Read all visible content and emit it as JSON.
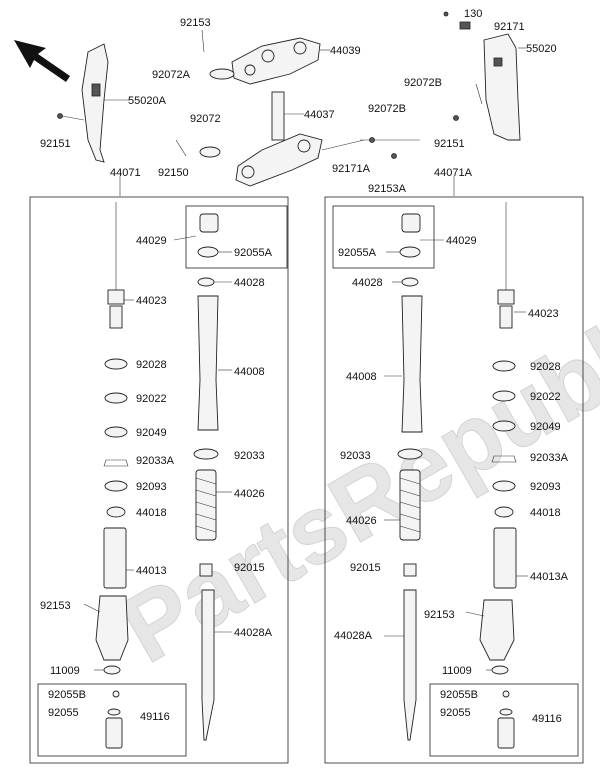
{
  "watermark": {
    "text": "PartsRepublik"
  },
  "labels": {
    "top_92153": "92153",
    "top_44039": "44039",
    "top_92072a": "92072A",
    "top_55020a": "55020A",
    "top_92151_l": "92151",
    "top_92072": "92072",
    "top_44037": "44037",
    "top_92150": "92150",
    "top_92072b": "92072B",
    "top_92171a": "92171A",
    "top_92153a": "92153A",
    "top_130": "130",
    "top_92171": "92171",
    "top_55020": "55020",
    "top_92072b_r": "92072B",
    "top_92151_r": "92151",
    "left_header": "44071",
    "right_header": "44071A"
  },
  "left_fork": {
    "l44029": "44029",
    "l92055a": "92055A",
    "l44028": "44028",
    "l44023": "44023",
    "l44008": "44008",
    "l92028": "92028",
    "l92022": "92022",
    "l92049": "92049",
    "l92033a": "92033A",
    "l92033": "92033",
    "l92093": "92093",
    "l44026": "44026",
    "l44018": "44018",
    "l44013": "44013",
    "l92015": "92015",
    "l92153": "92153",
    "l44028a": "44028A",
    "l11009": "11009",
    "l92055b": "92055B",
    "l92055": "92055",
    "l49116": "49116"
  },
  "right_fork": {
    "r92055a": "92055A",
    "r44029": "44029",
    "r44028": "44028",
    "r44023": "44023",
    "r44008": "44008",
    "r92028": "92028",
    "r92022": "92022",
    "r92049": "92049",
    "r92033": "92033",
    "r92033a": "92033A",
    "r92093": "92093",
    "r44026": "44026",
    "r44018": "44018",
    "r92015": "92015",
    "r44013a": "44013A",
    "r92153": "92153",
    "r44028a": "44028A",
    "r11009": "11009",
    "r92055b": "92055B",
    "r92055": "92055",
    "r49116": "49116"
  }
}
